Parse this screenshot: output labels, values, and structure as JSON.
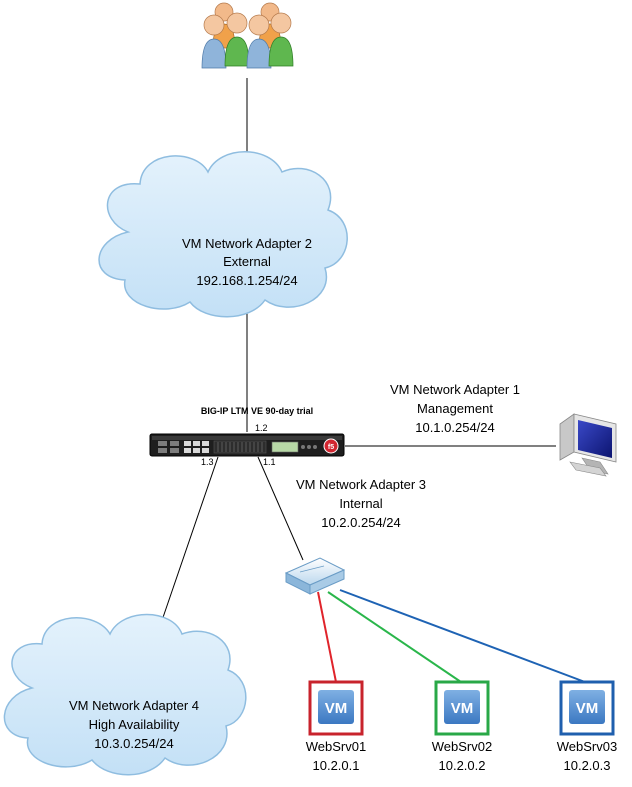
{
  "colors": {
    "cloud_fill": "#cfe7f8",
    "cloud_stroke": "#8fbde0",
    "line_red": "#e0242b",
    "line_green": "#2ab64b",
    "line_blue": "#1e63b4",
    "vm_red": "#c8232c",
    "vm_green": "#29a847",
    "vm_blue": "#1f5fae",
    "device_body": "#222222"
  },
  "clouds": {
    "external": {
      "line1": "VM Network Adapter 2",
      "line2": "External",
      "line3": "192.168.1.254/24"
    },
    "ha": {
      "line1": "VM Network Adapter 4",
      "line2": "High Availability",
      "line3": "10.3.0.254/24"
    }
  },
  "device": {
    "title": "BIG-IP LTM VE 90-day trial",
    "icon": "big-ip-appliance-icon"
  },
  "ports": {
    "p12": "1.2",
    "p13": "1.3",
    "p11": "1.1"
  },
  "management": {
    "line1": "VM Network Adapter 1",
    "line2": "Management",
    "line3": "10.1.0.254/24",
    "icon": "monitor-icon"
  },
  "internal": {
    "line1": "VM Network Adapter 3",
    "line2": "Internal",
    "line3": "10.2.0.254/24",
    "icon": "switch-icon"
  },
  "users": {
    "icon": "users-group-icon"
  },
  "servers": [
    {
      "vm_label": "VM",
      "name": "WebSrv01",
      "ip": "10.2.0.1",
      "color": "red"
    },
    {
      "vm_label": "VM",
      "name": "WebSrv02",
      "ip": "10.2.0.2",
      "color": "green"
    },
    {
      "vm_label": "VM",
      "name": "WebSrv03",
      "ip": "10.2.0.3",
      "color": "blue"
    }
  ]
}
